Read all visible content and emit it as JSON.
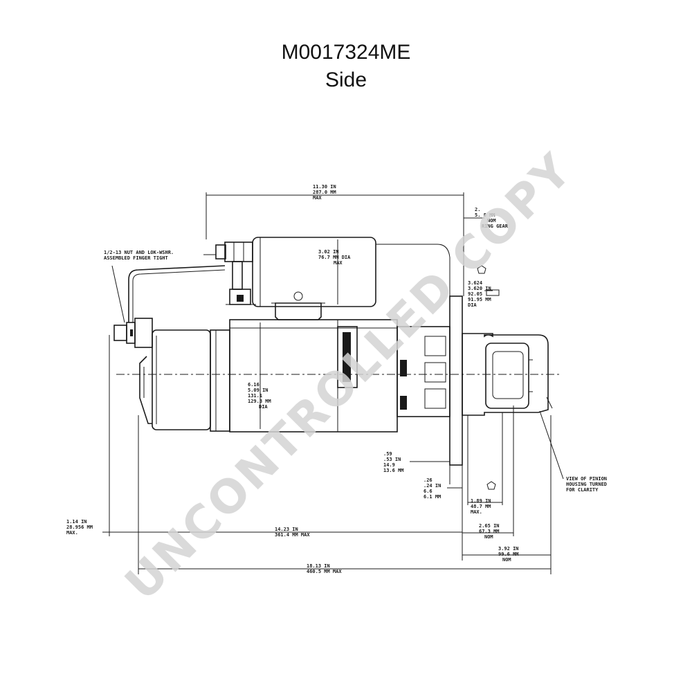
{
  "title": {
    "part_number": "M0017324ME",
    "view": "Side"
  },
  "watermark": "UNCONTROLLED COPY",
  "dimensions": {
    "overall_top": [
      "11.30 IN",
      "287.0 MM",
      "MAX"
    ],
    "solenoid_dia": [
      "3.02 IN",
      "76.7 MM DIA",
      "MAX"
    ],
    "ring_gear": [
      "2.",
      "5. 8 MM",
      "NOM",
      "RING GEAR"
    ],
    "pilot_dia": [
      "3.624",
      "3.620 IN",
      "92.05",
      "91.95 MM",
      "DIA"
    ],
    "motor_dia": [
      "6.16",
      "5.09 IN",
      "131.1",
      "129.3 MM",
      "DIA"
    ],
    "flange_thk": [
      ".59",
      ".53 IN",
      "14.9",
      "13.6 MM"
    ],
    "pinion_offset": [
      ".26",
      ".24 IN",
      "6.6",
      "6.1 MM"
    ],
    "pinion_len": [
      "1.89 IN",
      "48.7 MM",
      "MAX."
    ],
    "nose_len": [
      "2.65 IN",
      "67.3 MM",
      "NOM"
    ],
    "nose_total": [
      "3.92 IN",
      "99.6 MM",
      "NOM"
    ],
    "terminal_offset": [
      "1.14 IN",
      "28.956 MM",
      "MAX."
    ],
    "body_len": [
      "14.23 IN",
      "361.4 MM MAX"
    ],
    "overall_bottom": [
      "18.13 IN",
      "460.5 MM MAX"
    ]
  },
  "notes": {
    "terminal": [
      "1/2-13 NUT AND LOK-WSHR.",
      "ASSEMBLED FINGER TIGHT"
    ],
    "pinion_view": [
      "VIEW OF PINION",
      "HOUSING TURNED",
      "FOR CLARITY"
    ]
  },
  "colors": {
    "line": "#1a1a1a",
    "watermark": "#d3d3d3",
    "background": "#ffffff"
  }
}
